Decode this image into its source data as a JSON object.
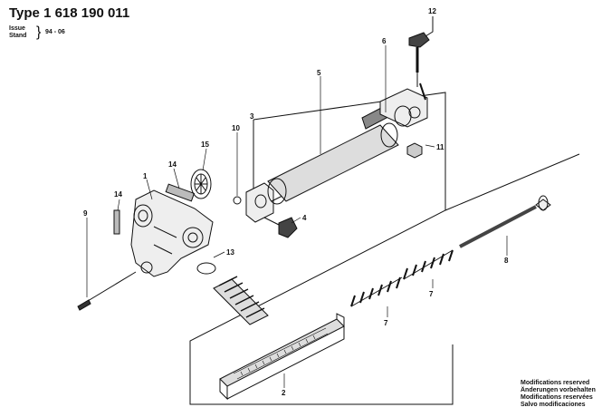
{
  "header": {
    "title": "Type 1 618 190 011",
    "issue_label": "Issue",
    "stand_label": "Stand",
    "issue_code": "94 - 06"
  },
  "footer": {
    "modifications": [
      "Modifications reserved",
      "Änderungen vorbehalten",
      "Modifications reservées",
      "Salvo modificaciones"
    ]
  },
  "callouts": [
    "1",
    "2",
    "3",
    "4",
    "5",
    "6",
    "7",
    "7",
    "8",
    "9",
    "10",
    "11",
    "12",
    "13",
    "14",
    "14",
    "15"
  ]
}
